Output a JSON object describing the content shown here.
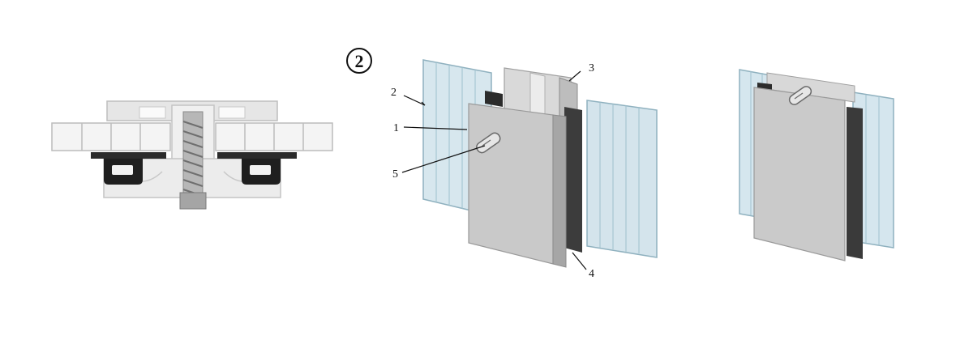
{
  "figure": {
    "step_badge": "2",
    "callouts": {
      "one": "1",
      "two": "2",
      "three": "3",
      "four": "4",
      "five": "5"
    }
  },
  "colors": {
    "profile_light": "#dcdcdc",
    "profile_mid": "#c4c4c4",
    "profile_dark": "#6f6f6f",
    "panel_glass": "#cfe2ea",
    "panel_edge": "#8fb1bf",
    "seal_black": "#1f1f1f",
    "screw_grey": "#9a9a9a"
  },
  "icons": [
    "step-number-circle-icon"
  ]
}
